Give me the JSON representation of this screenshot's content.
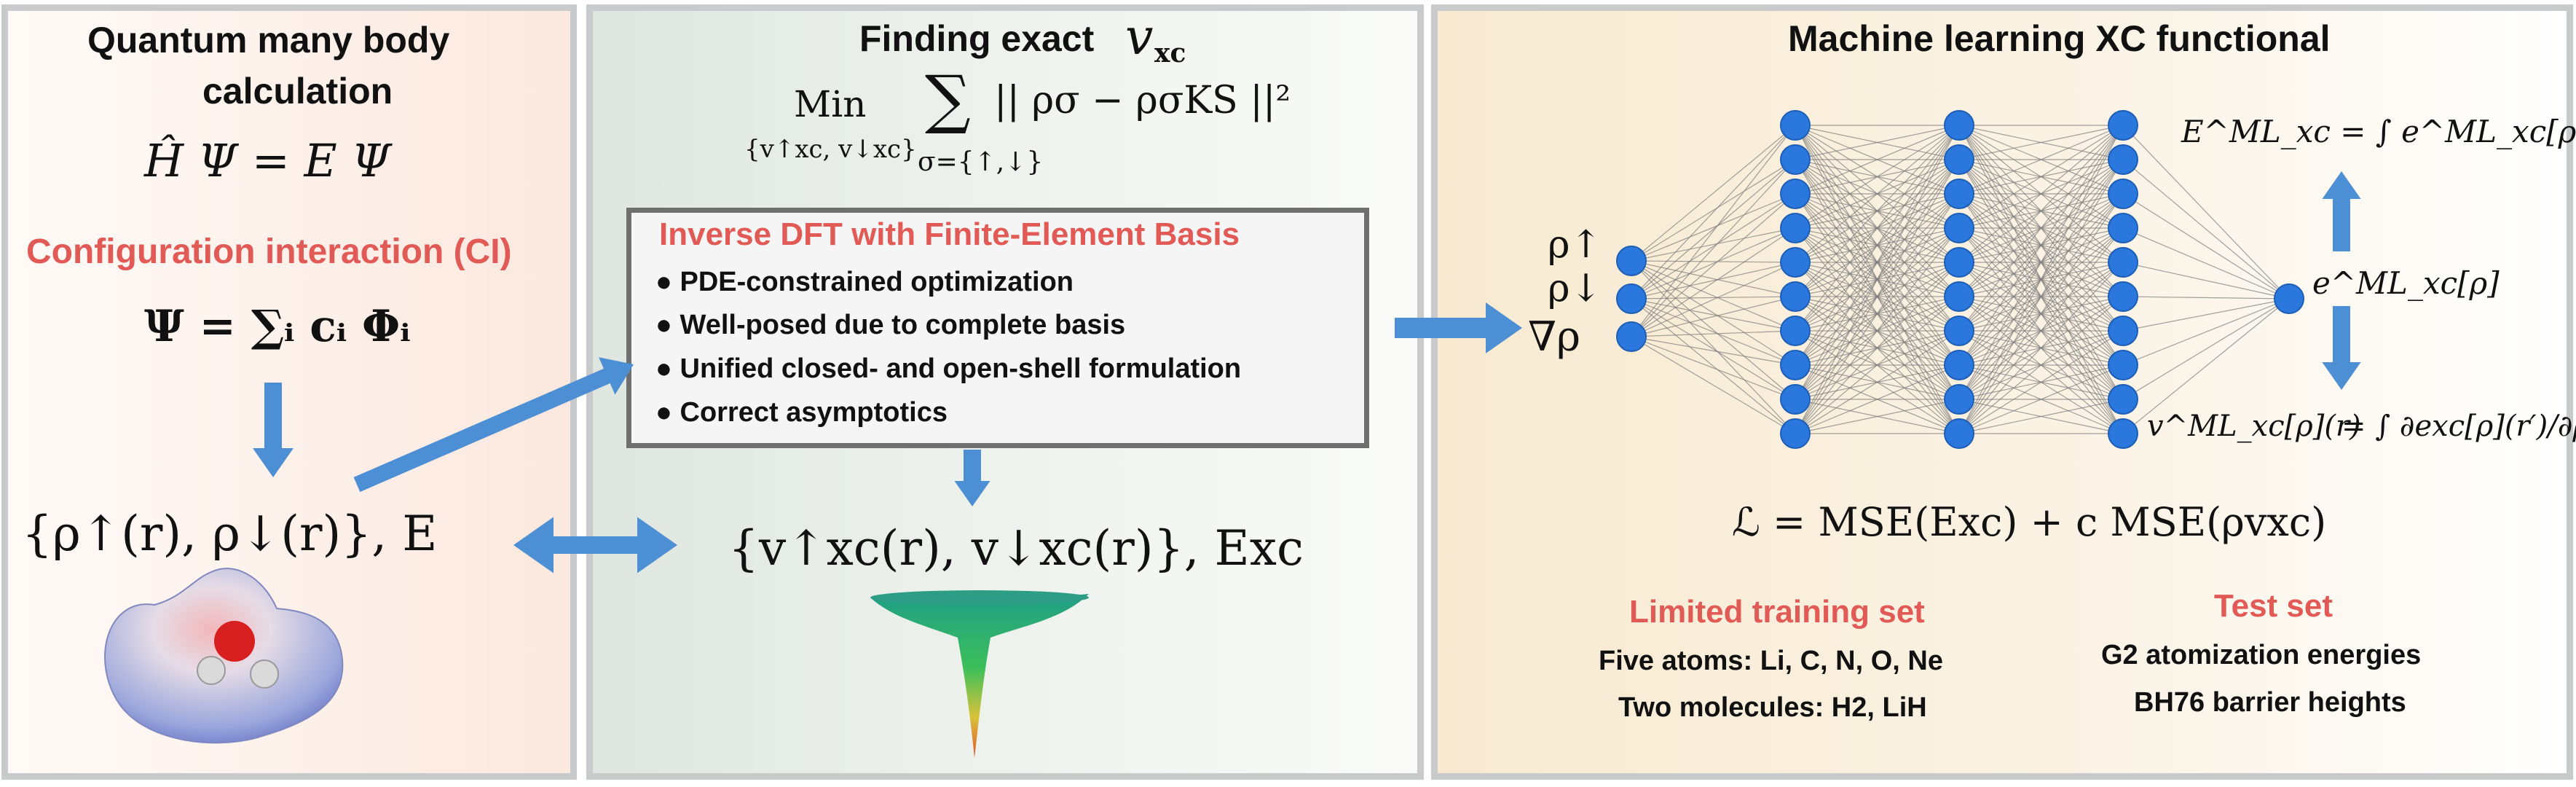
{
  "panel1": {
    "title_line1": "Quantum many body",
    "title_line2": "calculation",
    "hamiltonian_eq": "Ĥ Ψ = E Ψ",
    "ci_label": "Configuration interaction (CI)",
    "ci_eq": "Ψ = ∑ᵢ cᵢ Φᵢ",
    "densities": "{ρ↑(r), ρ↓(r)}, E"
  },
  "panel2": {
    "title": "Finding exact",
    "title_symbol": "v",
    "title_symbol_sub": "xc",
    "min_label": "Min",
    "min_sub": "{v↑xc, v↓xc}",
    "sum_symbol": "∑",
    "sum_sub": "σ={↑,↓}",
    "objective": "|| ρσ − ρσKS ||²",
    "box_title": "Inverse DFT with Finite-Element Basis",
    "bullets": [
      "PDE-constrained optimization",
      "Well-posed due to complete basis",
      "Unified closed- and open-shell formulation",
      "Correct asymptotics"
    ],
    "result": "{v↑xc(r), v↓xc(r)}, Exc"
  },
  "panel3": {
    "title": "Machine learning XC functional",
    "inputs": [
      "ρ↑",
      "ρ↓",
      "∇ρ"
    ],
    "energy_eq": "E^ML_xc = ∫ e^ML_xc[ρ](r) dr",
    "energy_density": "e^ML_xc[ρ]",
    "potential_lhs": "v^ML_xc[ρ](r)",
    "potential_rhs": "= ∫ ∂exc[ρ](r′)/∂ρ(r) dr′",
    "loss": "ℒ = MSE(Exc) + c MSE(ρvxc)",
    "train_title": "Limited training set",
    "train_items": [
      "Five atoms: Li, C, N, O, Ne",
      "Two molecules: H2, LiH"
    ],
    "test_title": "Test set",
    "test_items": [
      "G2 atomization energies",
      "BH76 barrier heights"
    ],
    "layer_sizes": [
      3,
      10,
      10,
      10,
      1
    ]
  },
  "colors": {
    "red": "#e8333a",
    "title_red": "#e25a55",
    "arrow_blue": "#4d8fd4",
    "node_blue": "#2a77de",
    "panel_border": "#c8cacc"
  }
}
